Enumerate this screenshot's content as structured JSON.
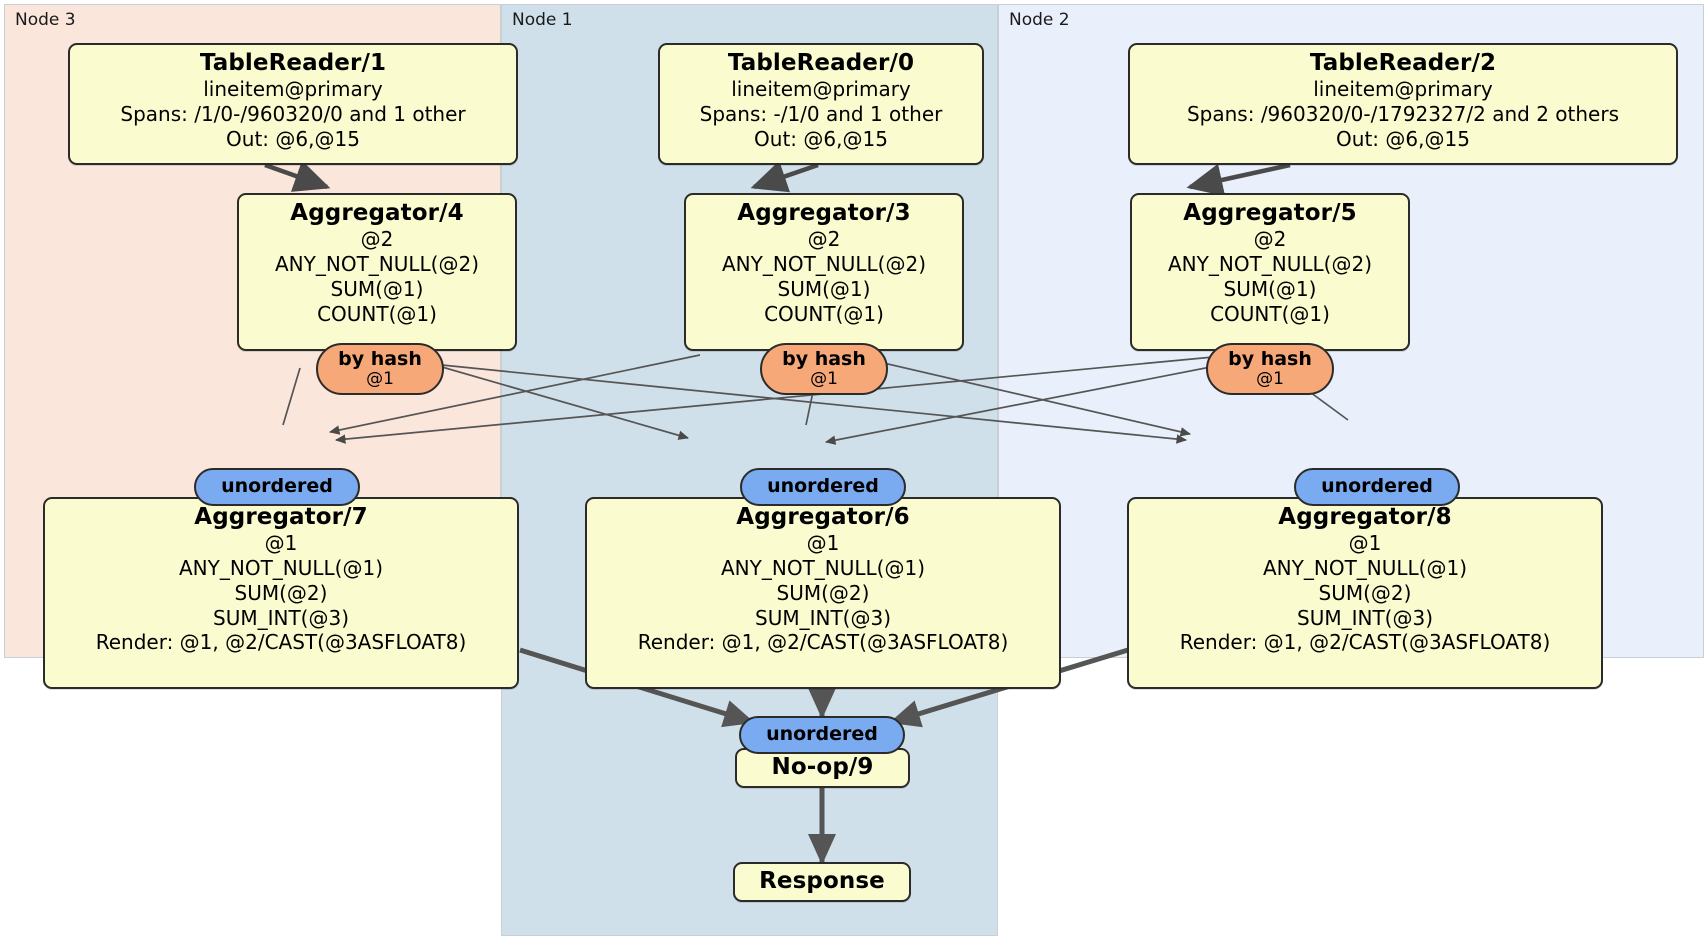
{
  "diagram": {
    "type": "distributed-query-plan",
    "panels": [
      {
        "id": "node3",
        "label": "Node 3",
        "color": "#fbe6dc"
      },
      {
        "id": "node1",
        "label": "Node 1",
        "color": "#cfe0ea"
      },
      {
        "id": "node2",
        "label": "Node 2",
        "color": "#eaf0fb"
      }
    ],
    "processors": {
      "tablereader1": {
        "title": "TableReader/1",
        "lines": [
          "lineitem@primary",
          "Spans: /1/0-/960320/0 and 1 other",
          "Out: @6,@15"
        ]
      },
      "tablereader0": {
        "title": "TableReader/0",
        "lines": [
          "lineitem@primary",
          "Spans: -/1/0 and 1 other",
          "Out: @6,@15"
        ]
      },
      "tablereader2": {
        "title": "TableReader/2",
        "lines": [
          "lineitem@primary",
          "Spans: /960320/0-/1792327/2 and 2 others",
          "Out: @6,@15"
        ]
      },
      "aggregator4": {
        "title": "Aggregator/4",
        "lines": [
          "@2",
          "ANY_NOT_NULL(@2)",
          "SUM(@1)",
          "COUNT(@1)"
        ]
      },
      "aggregator3": {
        "title": "Aggregator/3",
        "lines": [
          "@2",
          "ANY_NOT_NULL(@2)",
          "SUM(@1)",
          "COUNT(@1)"
        ]
      },
      "aggregator5": {
        "title": "Aggregator/5",
        "lines": [
          "@2",
          "ANY_NOT_NULL(@2)",
          "SUM(@1)",
          "COUNT(@1)"
        ]
      },
      "aggregator7": {
        "title": "Aggregator/7",
        "lines": [
          "@1",
          "ANY_NOT_NULL(@1)",
          "SUM(@2)",
          "SUM_INT(@3)",
          "Render: @1, @2/CAST(@3ASFLOAT8)"
        ]
      },
      "aggregator6": {
        "title": "Aggregator/6",
        "lines": [
          "@1",
          "ANY_NOT_NULL(@1)",
          "SUM(@2)",
          "SUM_INT(@3)",
          "Render: @1, @2/CAST(@3ASFLOAT8)"
        ]
      },
      "aggregator8": {
        "title": "Aggregator/8",
        "lines": [
          "@1",
          "ANY_NOT_NULL(@1)",
          "SUM(@2)",
          "SUM_INT(@3)",
          "Render: @1, @2/CAST(@3ASFLOAT8)"
        ]
      },
      "noop9": {
        "title": "No-op/9",
        "lines": []
      },
      "response": {
        "title": "Response",
        "lines": []
      }
    },
    "routers": {
      "hash_left": {
        "title": "by hash",
        "sub": "@1"
      },
      "hash_center": {
        "title": "by hash",
        "sub": "@1"
      },
      "hash_right": {
        "title": "by hash",
        "sub": "@1"
      }
    },
    "synchronizers": {
      "unordered_left": {
        "title": "unordered"
      },
      "unordered_center": {
        "title": "unordered"
      },
      "unordered_right": {
        "title": "unordered"
      },
      "unordered_final": {
        "title": "unordered"
      }
    },
    "colors": {
      "processor_fill": "#fbfbd0",
      "router_fill": "#f6a878",
      "sync_fill": "#7aaaf0",
      "stroke": "#2b2b2b",
      "edge": "#4a4a4a",
      "panel_node3": "#fbe6dc",
      "panel_node1": "#cfe0ea",
      "panel_node2": "#eaf0fb"
    }
  }
}
